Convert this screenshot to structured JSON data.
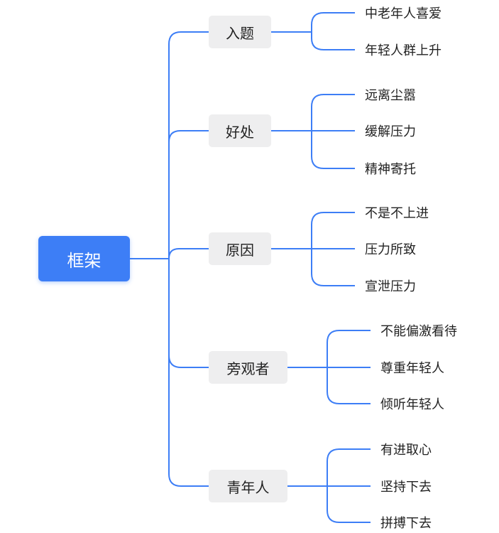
{
  "root": {
    "label": "框架"
  },
  "colors": {
    "accent": "#3d7ef6",
    "line": "#3d7ef6",
    "branch_bg": "#eeeeef",
    "text": "#222222",
    "root_text": "#ffffff"
  },
  "branches": [
    {
      "label": "入题",
      "leaves": [
        "中老年人喜爱",
        "年轻人群上升"
      ]
    },
    {
      "label": "好处",
      "leaves": [
        "远离尘嚣",
        "缓解压力",
        "精神寄托"
      ]
    },
    {
      "label": "原因",
      "leaves": [
        "不是不上进",
        "压力所致",
        "宣泄压力"
      ]
    },
    {
      "label": "旁观者",
      "leaves": [
        "不能偏激看待",
        "尊重年轻人",
        "倾听年轻人"
      ]
    },
    {
      "label": "青年人",
      "leaves": [
        "有进取心",
        "坚持下去",
        "拼搏下去"
      ]
    }
  ]
}
